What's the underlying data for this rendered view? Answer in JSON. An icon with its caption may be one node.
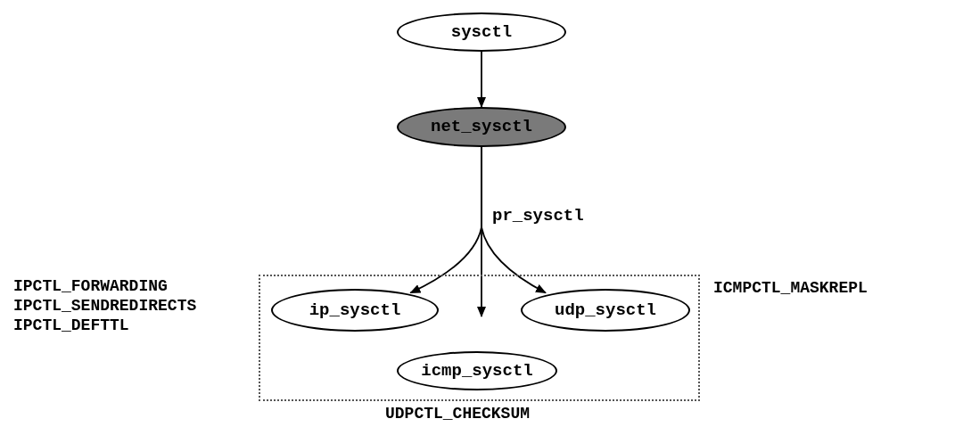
{
  "diagram": {
    "nodes": [
      {
        "text": [
          "sysctl"
        ]
      },
      {
        "text": [
          "net_sysctl"
        ]
      },
      {
        "text": [],
        "shape": "box"
      },
      {
        "text": [
          "ip_sysctl"
        ],
        "in": 2
      },
      {
        "text": [
          "udp_sysctl"
        ],
        "in": 2
      },
      {
        "text": [
          "icmp_sysctl"
        ],
        "in": 2
      }
    ],
    "edges": [
      {
        "from": 0,
        "to": 1,
        "arrow": "to"
      },
      {
        "from": 1,
        "to": 3,
        "arrow": "to"
      },
      {
        "from": 1,
        "to": null,
        "arrow": "to",
        "label": "pr_sysctl"
      },
      {
        "from": 1,
        "to": 4,
        "arrow": "to"
      }
    ],
    "labels": [
      "IPCTL_FORWARDING",
      "IPCTL_SENDREDIRECTS",
      "IPCTL_DEFTTL",
      "ICMPCTL_MASKREPL",
      "UDPCTL_CHECKSUM"
    ]
  }
}
